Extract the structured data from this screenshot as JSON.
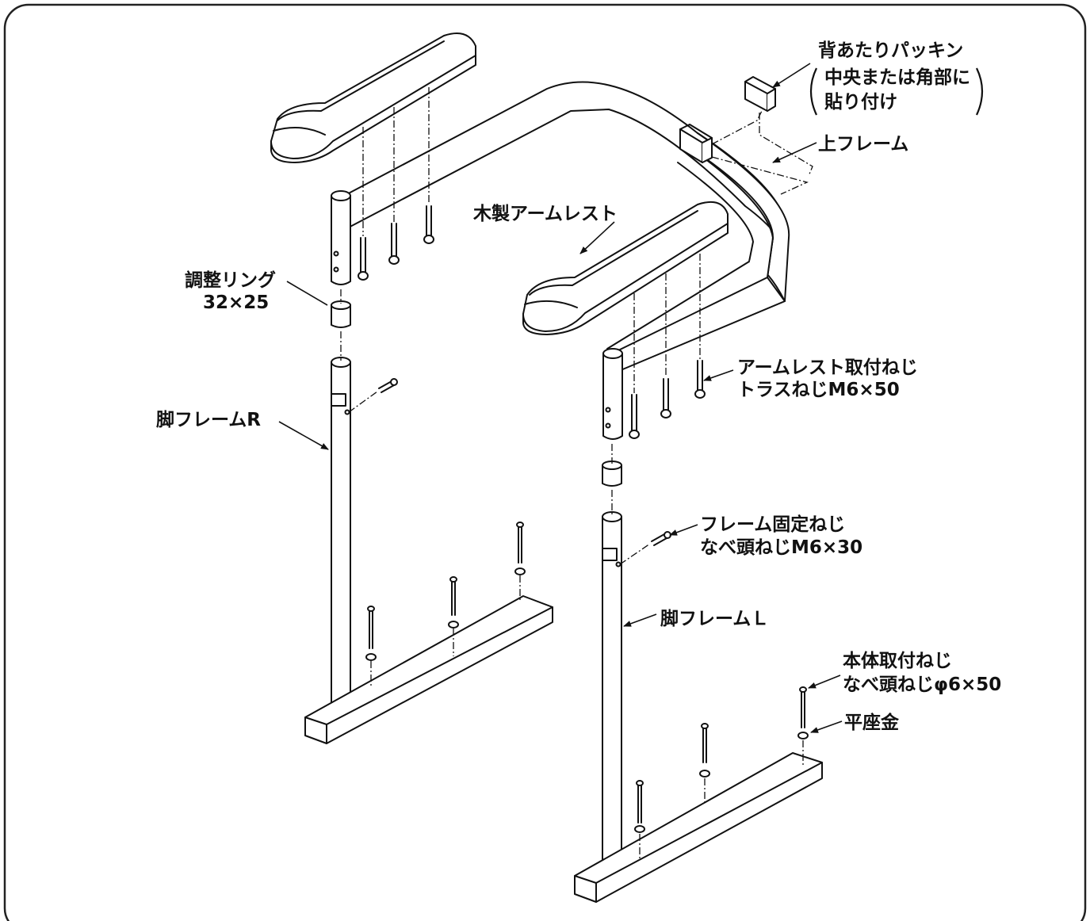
{
  "labels": {
    "back_packing": {
      "line1": "背あたりパッキン",
      "line2": "中央または角部に",
      "line3": "貼り付け"
    },
    "upper_frame": "上フレーム",
    "wooden_armrest": "木製アームレスト",
    "adjust_ring": {
      "line1": "調整リング",
      "line2": "32×25"
    },
    "armrest_screw": {
      "line1": "アームレスト取付ねじ",
      "line2": "トラスねじM6×50"
    },
    "leg_frame_r": "脚フレームR",
    "frame_fix_screw": {
      "line1": "フレーム固定ねじ",
      "line2": "なべ頭ねじM6×30"
    },
    "leg_frame_l": "脚フレームＬ",
    "body_screw": {
      "line1": "本体取付ねじ",
      "line2": "なべ頭ねじφ6×50"
    },
    "flat_washer": "平座金"
  },
  "colors": {
    "line": "#111111",
    "panel_border": "#222222",
    "background": "#ffffff"
  }
}
